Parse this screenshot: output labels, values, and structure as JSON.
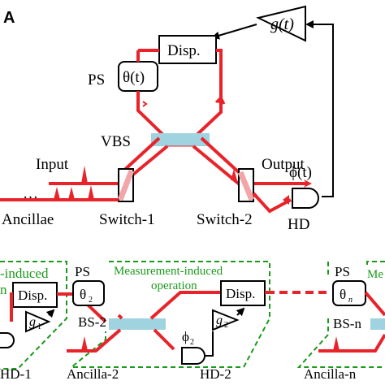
{
  "panel": "A",
  "top": {
    "gain": "g(t)",
    "disp": "Disp.",
    "ps_label": "PS",
    "ps_phase": "θ(t)",
    "vbs": "VBS",
    "input": "Input",
    "output": "Output",
    "ancillae": "Ancillae",
    "dots": "…",
    "switch1": "Switch-1",
    "switch2": "Switch-2",
    "hd_phase": "ϕ(t)",
    "hd": "HD"
  },
  "bottom": {
    "left_block_text_1": "-induced",
    "left_block_text_2": "n",
    "disp_1": "Disp.",
    "g1": "g",
    "g1_sub": "1",
    "hd1": "HD-1",
    "ps_label": "PS",
    "theta2": "θ",
    "theta2_sub": "2",
    "meas_line1": "Measurement-induced",
    "meas_line2": "operation",
    "bs2": "BS-2",
    "phi2": "ϕ",
    "phi2_sub": "2",
    "g2": "g",
    "g2_sub": "2",
    "disp_2": "Disp.",
    "ancilla2": "Ancilla-2",
    "hd2": "HD-2",
    "ps_n_label": "PS",
    "theta_n": "θ",
    "theta_n_sub": "n",
    "bs_n": "BS-n",
    "me_text": "Me",
    "ancilla_n": "Ancilla-n"
  },
  "colors": {
    "beam": "#e8232a",
    "splitter": "#9fd3e0",
    "dashed": "#1a9a1a",
    "outline": "#000000"
  }
}
